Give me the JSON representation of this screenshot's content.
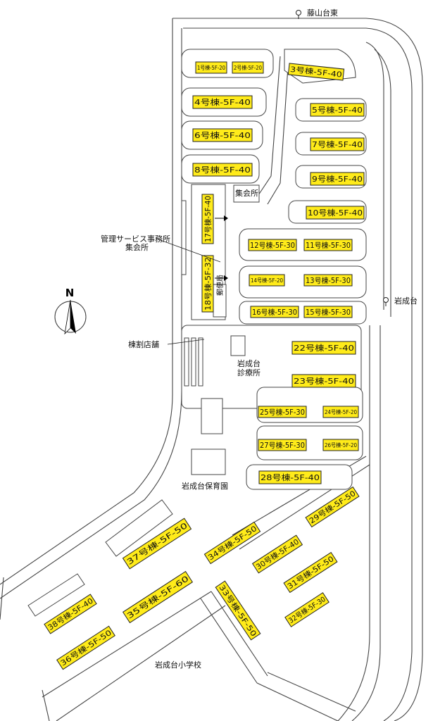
{
  "places": {
    "fujiyamadai_east": "藤山台東",
    "iwanaridai": "岩成台",
    "office": "管理サービス事務所",
    "office_hall": "集会所",
    "hall": "集会所",
    "stores": "棟割店舗",
    "clinic_1": "岩成台",
    "clinic_2": "診療所",
    "nursery": "岩成台保育園",
    "school": "岩成台小学校",
    "post_office": "郵便局"
  },
  "compass": {
    "label": "N"
  },
  "buildings": [
    {
      "id": "b1",
      "label": "1号棟-5F-20"
    },
    {
      "id": "b2",
      "label": "2号棟-5F-20"
    },
    {
      "id": "b3",
      "label": "3号棟-5F-40"
    },
    {
      "id": "b4",
      "label": "4号棟-5F-40"
    },
    {
      "id": "b5",
      "label": "5号棟-5F-40"
    },
    {
      "id": "b6",
      "label": "6号棟-5F-40"
    },
    {
      "id": "b7",
      "label": "7号棟-5F-40"
    },
    {
      "id": "b8",
      "label": "8号棟-5F-40"
    },
    {
      "id": "b9",
      "label": "9号棟-5F-40"
    },
    {
      "id": "b10",
      "label": "10号棟-5F-40"
    },
    {
      "id": "b11",
      "label": "11号棟-5F-30"
    },
    {
      "id": "b12",
      "label": "12号棟-5F-30"
    },
    {
      "id": "b13",
      "label": "13号棟-5F-30"
    },
    {
      "id": "b14",
      "label": "14号棟-5F-20"
    },
    {
      "id": "b15",
      "label": "15号棟-5F-30"
    },
    {
      "id": "b16",
      "label": "16号棟-5F-30"
    },
    {
      "id": "b17",
      "label": "17号棟-5F-40"
    },
    {
      "id": "b18",
      "label": "18号棟-5F-32"
    },
    {
      "id": "b22",
      "label": "22号棟-5F-40"
    },
    {
      "id": "b23",
      "label": "23号棟-5F-40"
    },
    {
      "id": "b24",
      "label": "24号棟-5F-20"
    },
    {
      "id": "b25",
      "label": "25号棟-5F-30"
    },
    {
      "id": "b26",
      "label": "26号棟-5F-20"
    },
    {
      "id": "b27",
      "label": "27号棟-5F-30"
    },
    {
      "id": "b28",
      "label": "28号棟-5F-40"
    },
    {
      "id": "b29",
      "label": "29号棟-5F-50"
    },
    {
      "id": "b30",
      "label": "30号棟-5F-40"
    },
    {
      "id": "b31",
      "label": "31号棟-5F-50"
    },
    {
      "id": "b32",
      "label": "32号棟-5F-30"
    },
    {
      "id": "b33",
      "label": "33号棟-5F-50"
    },
    {
      "id": "b34",
      "label": "34号棟-5F-50"
    },
    {
      "id": "b35",
      "label": "35号棟-5F-60"
    },
    {
      "id": "b36",
      "label": "36号棟-5F-50"
    },
    {
      "id": "b37",
      "label": "37号棟-5F-50"
    },
    {
      "id": "b38",
      "label": "38号棟-5F-40"
    }
  ],
  "colors": {
    "building": "#ffeb1a",
    "line": "#444444"
  }
}
